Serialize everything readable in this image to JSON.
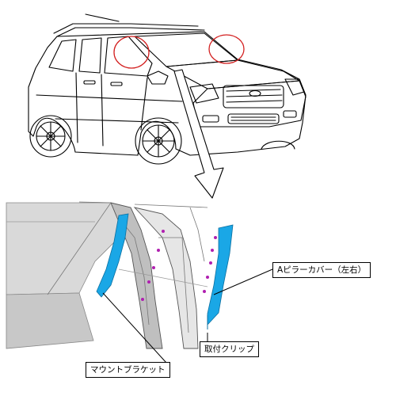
{
  "labels": {
    "a_pillar_cover": "Aピラーカバー（左右）",
    "mounting_clip": "取付クリップ",
    "mount_bracket": "マウントブラケット"
  },
  "colors": {
    "line": "#000000",
    "part_highlight": "#1aa7e6",
    "clip_marker": "#b01fb0",
    "interior_fill": "#d9d9d9"
  }
}
